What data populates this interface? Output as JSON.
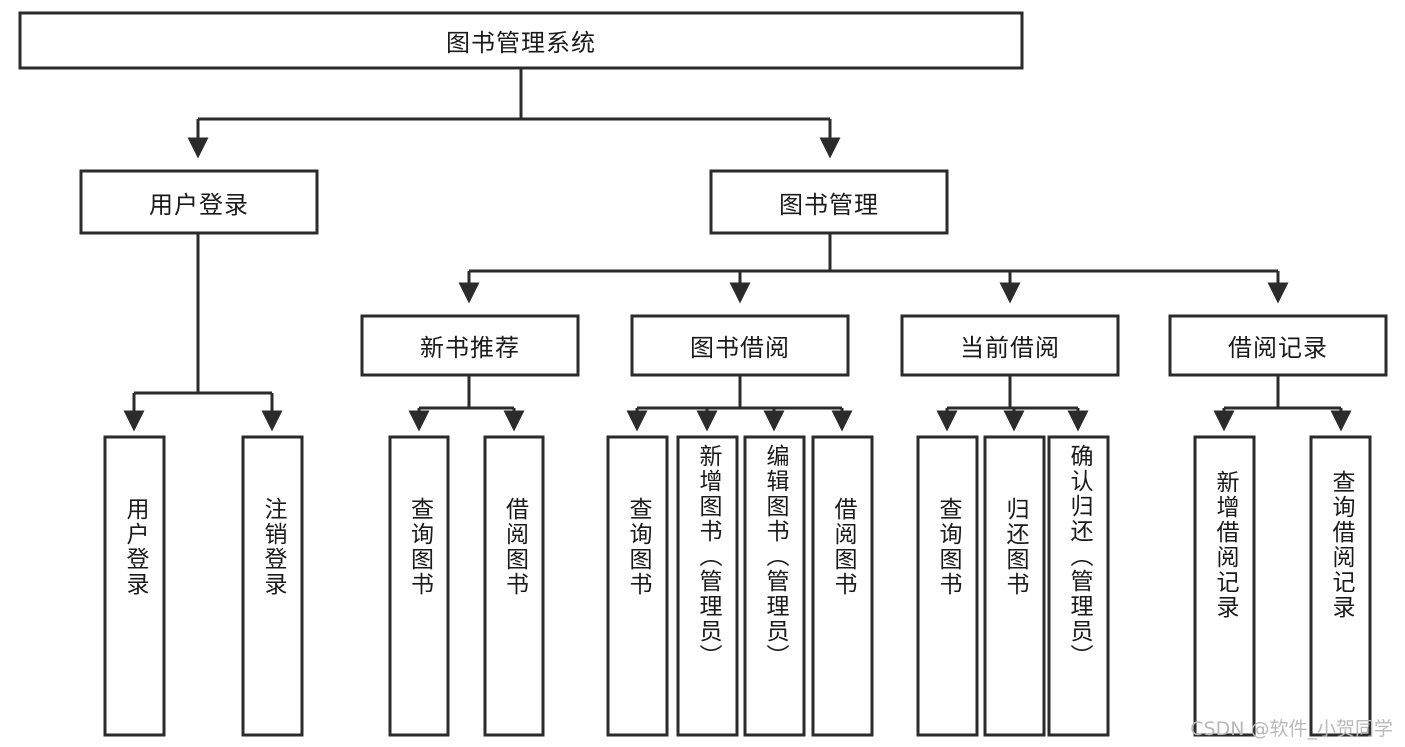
{
  "diagram": {
    "title_node": {
      "label": "图书管理系统"
    },
    "watermark": "CSDN @软件_小贺同学",
    "colors": {
      "box_stroke": "#2b2b2b",
      "box_fill": "#ffffff",
      "text": "#1a1a1a",
      "watermark": "#b9b9b9",
      "canvas": "#ffffff"
    },
    "level2": [
      {
        "id": "user-login",
        "label": "用户登录"
      },
      {
        "id": "book-manage",
        "label": "图书管理"
      }
    ],
    "level3": [
      {
        "id": "new-book-rec",
        "label": "新书推荐"
      },
      {
        "id": "book-borrow",
        "label": "图书借阅"
      },
      {
        "id": "current-borrow",
        "label": "当前借阅"
      },
      {
        "id": "borrow-record",
        "label": "借阅记录"
      }
    ],
    "leaves": {
      "user-login": [
        {
          "id": "leaf-user-login",
          "label": "用户登录"
        },
        {
          "id": "leaf-logout",
          "label": "注销登录"
        }
      ],
      "new-book-rec": [
        {
          "id": "leaf-query-book-1",
          "label": "查询图书"
        },
        {
          "id": "leaf-borrow-book-1",
          "label": "借阅图书"
        }
      ],
      "book-borrow": [
        {
          "id": "leaf-query-book-2",
          "label": "查询图书"
        },
        {
          "id": "leaf-add-book",
          "label": "新增图书（管理员）"
        },
        {
          "id": "leaf-edit-book",
          "label": "编辑图书（管理员）"
        },
        {
          "id": "leaf-borrow-book-2",
          "label": "借阅图书"
        }
      ],
      "current-borrow": [
        {
          "id": "leaf-query-book-3",
          "label": "查询图书"
        },
        {
          "id": "leaf-return-book",
          "label": "归还图书"
        },
        {
          "id": "leaf-confirm-return",
          "label": "确认归还（管理员）"
        }
      ],
      "borrow-record": [
        {
          "id": "leaf-add-record",
          "label": "新增借阅记录"
        },
        {
          "id": "leaf-query-record",
          "label": "查询借阅记录"
        }
      ]
    }
  }
}
